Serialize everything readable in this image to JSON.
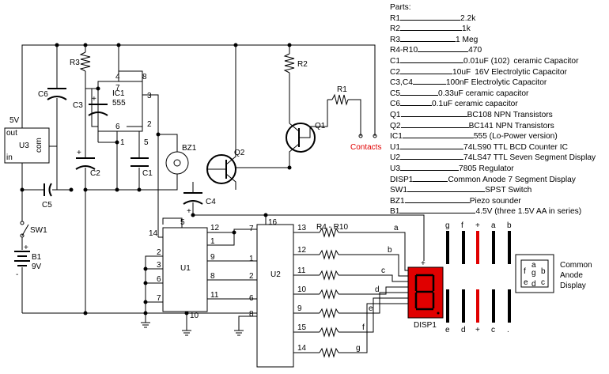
{
  "parts": {
    "heading": "Parts:",
    "items": [
      {
        "ref": "R1",
        "value": "2.2k",
        "desc": ""
      },
      {
        "ref": "R2",
        "value": "1k",
        "desc": ""
      },
      {
        "ref": "R3",
        "value": "1 Meg",
        "desc": ""
      },
      {
        "ref": "R4-R10",
        "value": "470",
        "desc": ""
      },
      {
        "ref": "C1",
        "value": "0.01uF (102)",
        "desc": "ceramic Capacitor"
      },
      {
        "ref": "C2",
        "value": "10uF",
        "desc": "16V Electrolytic Capacitor"
      },
      {
        "ref": "C3,C4",
        "value": "100nF Electrolytic Capacitor",
        "desc": ""
      },
      {
        "ref": "C5",
        "value": "0.33uF ceramic capacitor",
        "desc": ""
      },
      {
        "ref": "C6",
        "value": "0.1uF ceramic capacitor",
        "desc": ""
      },
      {
        "ref": "Q1",
        "value": "BC108  NPN Transistors",
        "desc": ""
      },
      {
        "ref": "Q2",
        "value": "BC141  NPN Transistors",
        "desc": ""
      },
      {
        "ref": "IC1",
        "value": "555 (Lo-Power version)",
        "desc": ""
      },
      {
        "ref": "U1",
        "value": "74LS90 TTL BCD Counter IC",
        "desc": ""
      },
      {
        "ref": "U2",
        "value": "74LS47 TTL Seven Segment Display",
        "desc": ""
      },
      {
        "ref": "U3",
        "value": "7805 Regulator",
        "desc": ""
      },
      {
        "ref": "DISP1",
        "value": "Common Anode 7 Segment Display",
        "desc": ""
      },
      {
        "ref": "SW1",
        "value": "SPST Switch",
        "desc": ""
      },
      {
        "ref": "BZ1",
        "value": "Piezo sounder",
        "desc": ""
      },
      {
        "ref": "B1",
        "value": "4.5V (three 1.5V AA in series)",
        "desc": ""
      }
    ]
  },
  "labels": {
    "v5": "5V",
    "u3_out": "out",
    "u3_name": "U3",
    "u3_in": "in",
    "u3_com": "com",
    "c6": "C6",
    "r3": "R3",
    "c3": "C3",
    "ic1": "IC1",
    "ic1_type": "555",
    "c2": "C2",
    "c1": "C1",
    "c5": "C5",
    "bz1": "BZ1",
    "q2": "Q2",
    "c4": "C4",
    "r2": "R2",
    "r1": "R1",
    "q1": "Q1",
    "contacts": "Contacts",
    "sw1": "SW1",
    "b1": "B1",
    "b1_v": "9V",
    "u1": "U1",
    "u2": "U2",
    "r4r10": "R4 - R10",
    "disp1": "DISP1",
    "plus": "+",
    "minus": "-",
    "common_anode": [
      "Common",
      "Anode",
      "Display"
    ]
  },
  "pins": {
    "ic1": {
      "p4": "4",
      "p8": "8",
      "p7": "7",
      "p3": "3",
      "p2": "2",
      "p6": "6",
      "p1": "1",
      "p5": "5"
    },
    "u1": {
      "p14": "14",
      "p12": "12",
      "p1": "1",
      "p9": "9",
      "p2": "2",
      "p8": "8",
      "p3": "3",
      "p6": "6",
      "p7": "7",
      "p11": "11",
      "p10": "10"
    },
    "u2": {
      "p16": "16",
      "p7": "7",
      "p1": "1",
      "p2": "2",
      "p6": "6",
      "p8": "8",
      "p13": "13",
      "p12": "12",
      "p11": "11",
      "p10": "10",
      "p9": "9",
      "p15": "15",
      "p14": "14"
    },
    "sg": {
      "p5": "5",
      "p12": "12"
    }
  },
  "segments": {
    "resistor_out": [
      "a",
      "b",
      "c",
      "d",
      "e",
      "f",
      "g"
    ],
    "top_pins": [
      "g",
      "f",
      "+",
      "a",
      "b"
    ],
    "bottom_pins": [
      "e",
      "d",
      "+",
      "c",
      "."
    ],
    "mini": {
      "a": "a",
      "f": "f",
      "b": "b",
      "g": "g",
      "e": "e",
      "c": "c",
      "d": "d"
    }
  },
  "colors": {
    "wire": "#000000",
    "anode": "#e00000",
    "display": "#e00000",
    "contacts": "#e00000"
  }
}
